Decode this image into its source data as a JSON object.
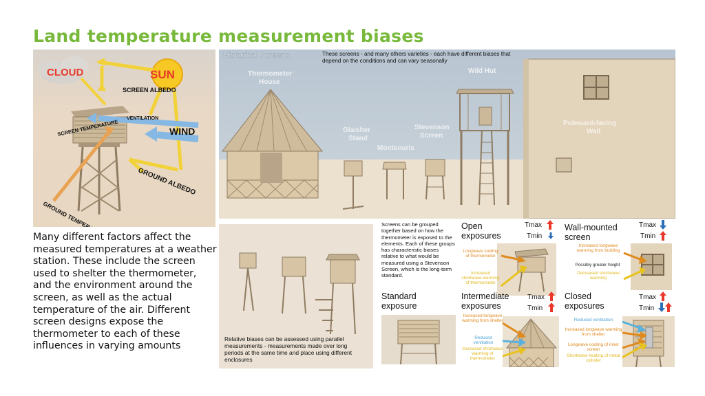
{
  "title": {
    "text": "Land temperature measurement biases"
  },
  "factors_panel": {
    "cloud": "CLOUD",
    "sun": "SUN",
    "screen_albedo": "SCREEN ALBEDO",
    "ventilation": "VENTILATION",
    "screen_temperature": "SCREEN TEMPERATURE",
    "wind": "WIND",
    "ground_albedo": "GROUND ALBEDO",
    "ground_temperature": "GROUND TEMPERATURE"
  },
  "description": "Many different factors affect the measured temperatures at a weather station. These include the screen used to shelter the thermometer, and the environment around the screen, as well as the actual temperature of the air. Different screen designs expose the thermometer to each of these influences in varying amounts",
  "historical": {
    "heading": "Historical Screens",
    "note": "These screens - and many others varieties - each have different biases that depend on the conditions and can vary seasonally",
    "labels": {
      "thermometer_house": "Thermometer House",
      "glaisher": "Glaisher Stand",
      "montsouris": "Montsouris",
      "stevenson": "Stevenson Screen",
      "wild_hut": "Wild Hut",
      "poleward": "Poleward-facing Wall"
    }
  },
  "parallel": {
    "caption": "Relative biases can be assessed using parallel measurements - measurements made over long periods at the same time and place using different enclosures"
  },
  "grouping": {
    "text": "Screens can be grouped together based on how the thermometer is exposed to the elements. Each of these groups has characteristic biases relative to what would be measured using a Stevenson Screen, which is the long-term standard."
  },
  "exposures": {
    "tmax": "Tmax",
    "tmin": "Tmin",
    "open": {
      "title": "Open exposures",
      "longwave": "Longwave cooling of thermometer",
      "shortwave": "Increased shortwave warming of thermometer"
    },
    "wall": {
      "title": "Wall-mounted screen",
      "longwave": "Increased longwave warming from building",
      "height": "Possibly greater height",
      "shortwave": "Decreased shortwave warming"
    },
    "standard": {
      "title": "Standard exposure"
    },
    "intermediate": {
      "title": "Intermediate exposures",
      "longwave": "Increased longwave warming from shelter",
      "ventilation": "Reduced ventilation",
      "shortwave": "Increased shortwave warming of thermometer"
    },
    "closed": {
      "title": "Closed exposures",
      "ventilation": "Reduced ventilation",
      "longwave_warm": "Increased longwave warming from shelter",
      "longwave_cool": "Longwave cooling of inner screen",
      "shortwave": "Shortwave heating of metal cylinder"
    }
  },
  "colors": {
    "up": "#e8392b",
    "down": "#2f6fb5",
    "orange": "#e08a1e",
    "yellow": "#e8c21e",
    "blue": "#5ab1de",
    "title_green": "#78b93c",
    "title_blue": "#4a8fd6"
  }
}
